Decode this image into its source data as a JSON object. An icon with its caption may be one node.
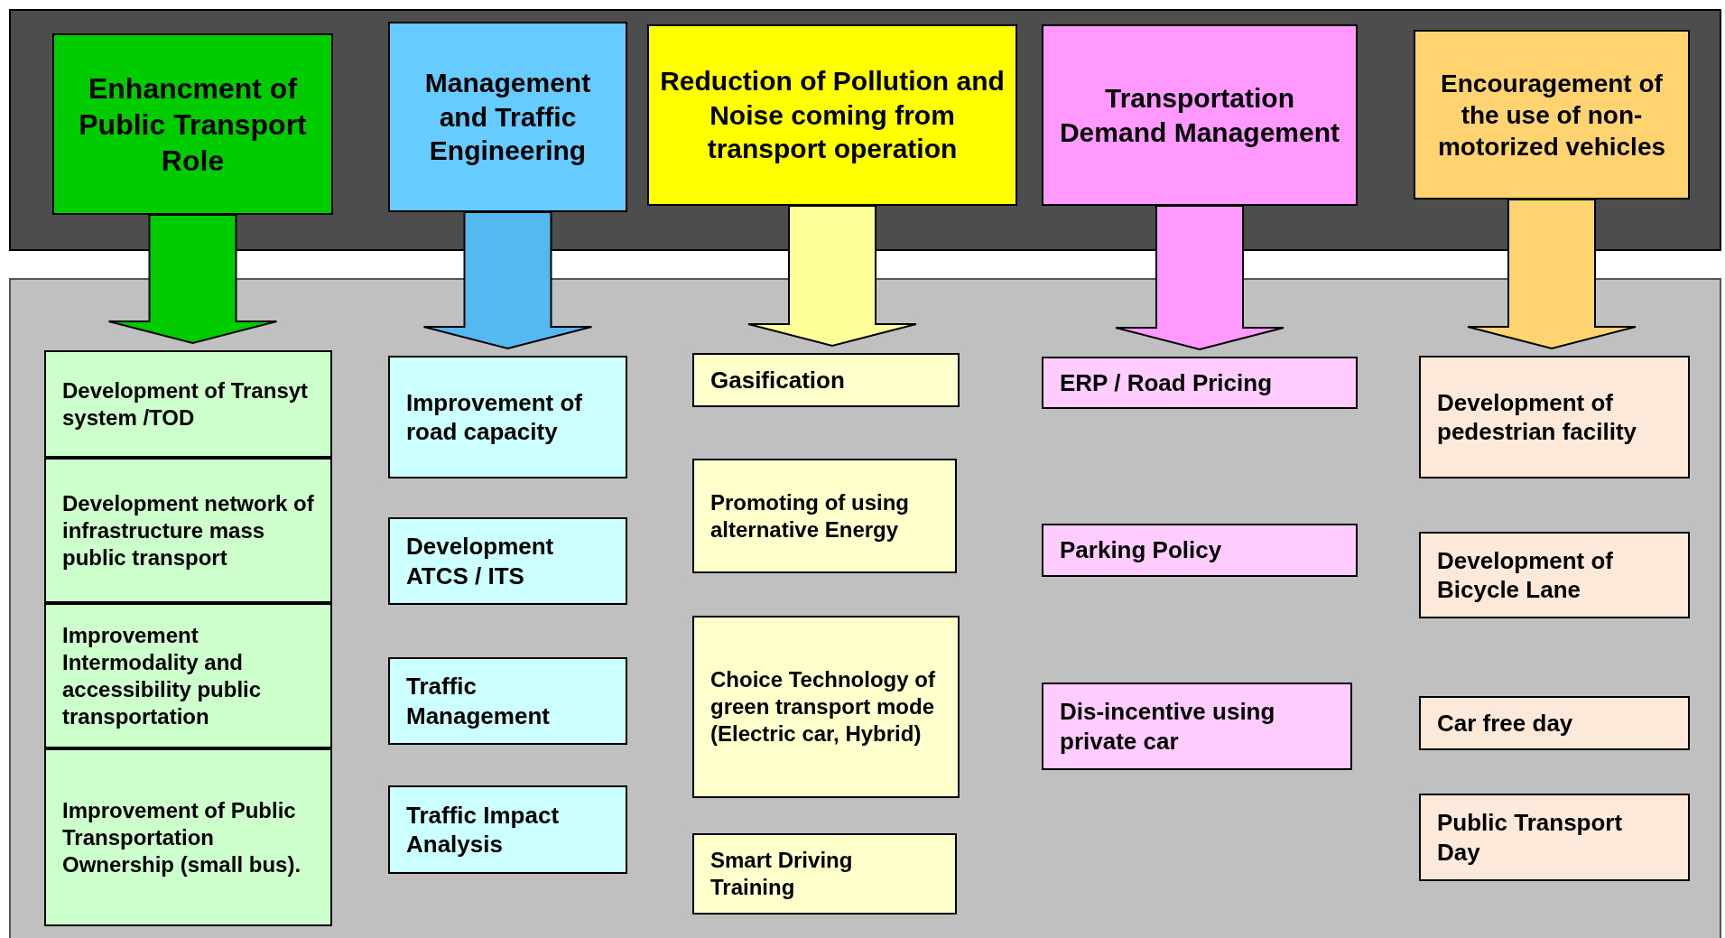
{
  "diagram": {
    "nodes": [
      {
        "text": [
          "Enhancment of Public Transport Role"
        ]
      },
      {
        "text": [
          "Development of Transyt system /TOD"
        ]
      },
      {
        "text": [
          "Development network of infrastructure mass public transport"
        ]
      },
      {
        "text": [
          "Improvement Intermodality and accessibility public transportation"
        ]
      },
      {
        "text": [
          "Improvement of Public Transportation Ownership (small bus)."
        ]
      },
      {
        "text": [
          "Management and Traffic Engineering"
        ]
      },
      {
        "text": [
          "Improvement of road capacity"
        ]
      },
      {
        "text": [
          "Development ATCS / ITS"
        ]
      },
      {
        "text": [
          "Traffic Management"
        ]
      },
      {
        "text": [
          "Traffic Impact Analysis"
        ]
      },
      {
        "text": [
          "Reduction of Pollution and Noise coming from transport operation"
        ]
      },
      {
        "text": [
          "Gasification"
        ]
      },
      {
        "text": [
          "Promoting of using alternative Energy"
        ]
      },
      {
        "text": [
          "Choice Technology of green transport mode (Electric car, Hybrid)"
        ]
      },
      {
        "text": [
          "Smart Driving Training"
        ]
      },
      {
        "text": [
          "Transportation Demand Management"
        ]
      },
      {
        "text": [
          "ERP / Road Pricing"
        ]
      },
      {
        "text": [
          "Parking Policy"
        ]
      },
      {
        "text": [
          "Dis-incentive using private car"
        ]
      },
      {
        "text": [
          "Encouragement of the use of non-motorized vehicles"
        ]
      },
      {
        "text": [
          "Development of pedestrian facility"
        ]
      },
      {
        "text": [
          "Development of Bicycle Lane"
        ]
      },
      {
        "text": [
          "Car free day"
        ]
      },
      {
        "text": [
          "Public Transport Day"
        ]
      }
    ],
    "edges": [
      {
        "from": 0,
        "to": 1,
        "arrow": "to",
        "style": "thick",
        "color": "#00cc00"
      },
      {
        "from": 5,
        "to": 6,
        "arrow": "to",
        "style": "thick",
        "color": "#55b8f0"
      },
      {
        "from": 10,
        "to": 11,
        "arrow": "to",
        "style": "thick",
        "color": "#ffff99"
      },
      {
        "from": 15,
        "to": 16,
        "arrow": "to",
        "style": "thick",
        "color": "#ff99ff"
      },
      {
        "from": 19,
        "to": 20,
        "arrow": "to",
        "style": "thick",
        "color": "#ffd470"
      }
    ]
  }
}
